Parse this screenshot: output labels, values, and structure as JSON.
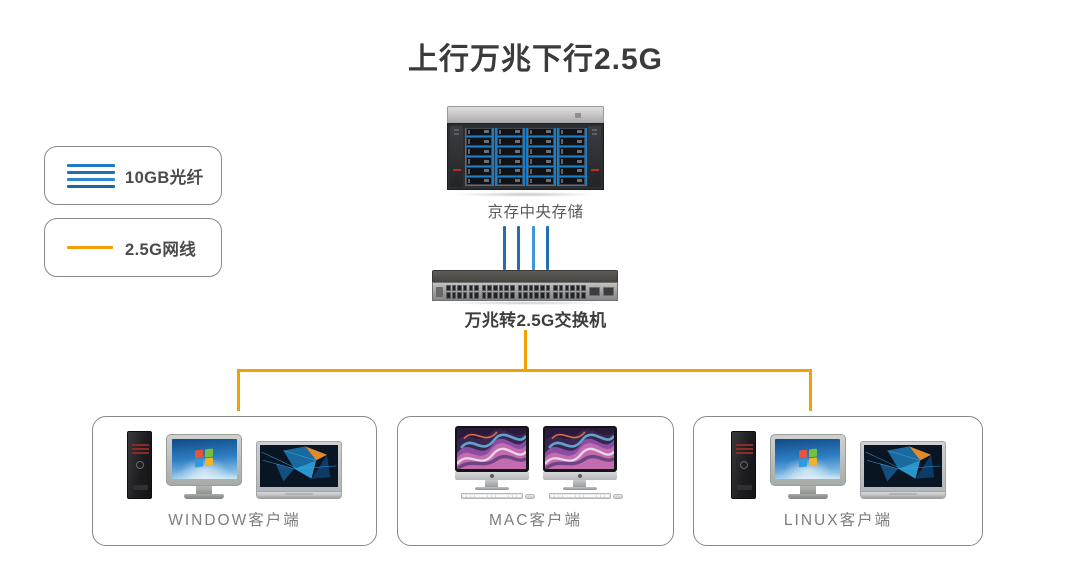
{
  "title": "上行万兆下行2.5G",
  "colors": {
    "fiber_blue": "#2079c4",
    "ethernet_orange": "#f2a007",
    "title_text": "#3b3b3b",
    "box_border": "#8a8a8a",
    "label_gray": "#7d7d7d"
  },
  "legend": {
    "items": [
      {
        "label": "10GB光纤",
        "icon": "four-blue-lines-icon",
        "color": "#2079c4",
        "line_count": 4
      },
      {
        "label": "2.5G网线",
        "icon": "orange-line-icon",
        "color": "#f2a007",
        "line_count": 1
      }
    ]
  },
  "topology": {
    "storage": {
      "label": "京存中央存储",
      "icon": "rackmount-storage-server-icon",
      "bay_columns": 4,
      "bay_rows": 6
    },
    "uplink": {
      "type": "10GB光纤",
      "color": "#2079c4",
      "line_count": 4
    },
    "switch": {
      "label": "万兆转2.5G交换机",
      "icon": "network-switch-icon",
      "port_count": 48
    },
    "downlink": {
      "type": "2.5G网线",
      "color": "#f2a007"
    }
  },
  "clients": [
    {
      "label": "WINDOW客户端",
      "devices": [
        "tower-pc-icon",
        "desktop-monitor-windows-icon",
        "laptop-icon"
      ]
    },
    {
      "label": "MAC客户端",
      "devices": [
        "imac-icon",
        "imac-icon"
      ]
    },
    {
      "label": "LINUX客户端",
      "devices": [
        "tower-pc-icon",
        "desktop-monitor-windows-icon",
        "laptop-icon"
      ]
    }
  ]
}
